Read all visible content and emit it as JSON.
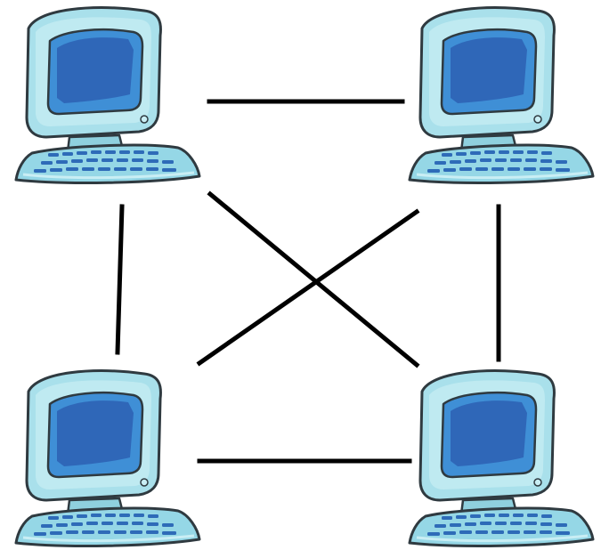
{
  "diagram": {
    "type": "mesh-network",
    "node_count": 4,
    "nodes": [
      {
        "id": "top-left",
        "icon": "desktop-computer-icon"
      },
      {
        "id": "top-right",
        "icon": "desktop-computer-icon"
      },
      {
        "id": "bottom-left",
        "icon": "desktop-computer-icon"
      },
      {
        "id": "bottom-right",
        "icon": "desktop-computer-icon"
      }
    ],
    "links": [
      {
        "from": "top-left",
        "to": "top-right"
      },
      {
        "from": "top-left",
        "to": "bottom-left"
      },
      {
        "from": "top-left",
        "to": "bottom-right"
      },
      {
        "from": "top-right",
        "to": "bottom-left"
      },
      {
        "from": "top-right",
        "to": "bottom-right"
      },
      {
        "from": "bottom-left",
        "to": "bottom-right"
      }
    ]
  },
  "colors": {
    "background": "#ffffff",
    "link": "#000000",
    "outline": "#2f3a40",
    "case": "#a9e0eb",
    "case_light": "#c9eef4",
    "case_shadow": "#8fd0de",
    "screen_dark": "#2f67b8",
    "screen_light": "#3f8fd6",
    "keyboard": "#95d7e6",
    "key": "#2e6bb8"
  }
}
